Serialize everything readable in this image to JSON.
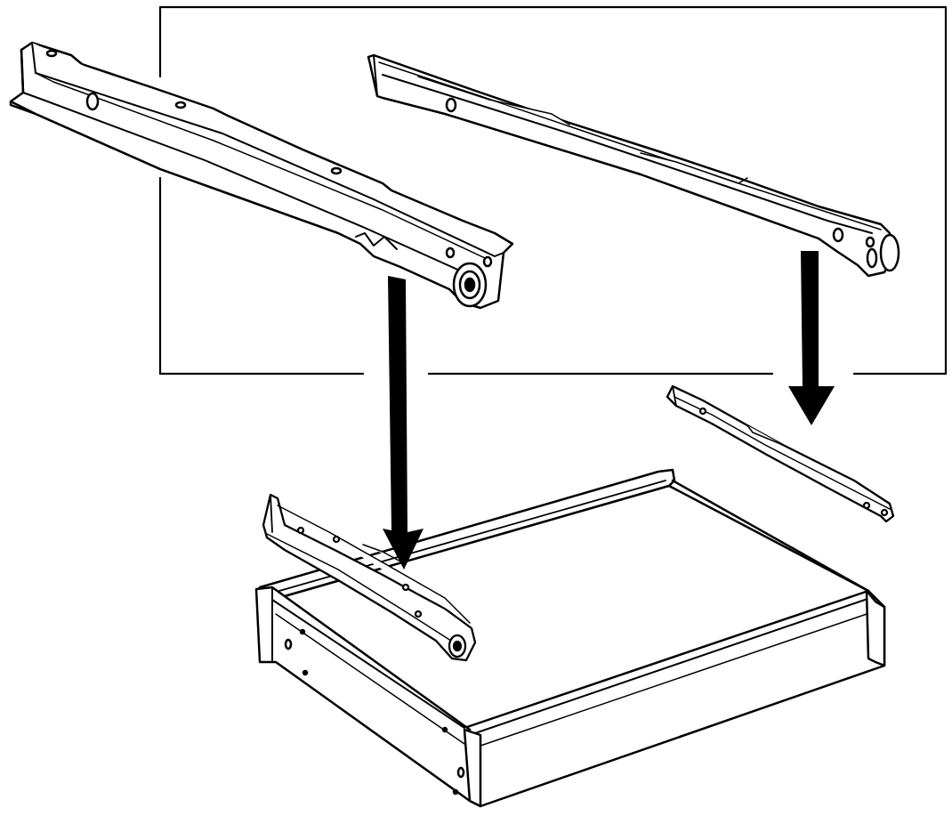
{
  "diagram": {
    "kind": "assembly-instruction",
    "colors": {
      "line": "#000000",
      "fill": "#ffffff"
    },
    "parts": [
      {
        "name": "upper-left-slide-rail",
        "role": "cabinet runner with roller wheel"
      },
      {
        "name": "upper-right-slide-rail",
        "role": "cabinet runner with roller wheel"
      },
      {
        "name": "lower-left-drawer-rail",
        "role": "drawer runner mounted on drawer side"
      },
      {
        "name": "lower-right-drawer-rail",
        "role": "drawer runner mounted on drawer side"
      },
      {
        "name": "drawer-box",
        "role": "drawer body with front panel"
      }
    ],
    "arrows": [
      {
        "name": "left-down-arrow",
        "direction": "down"
      },
      {
        "name": "right-down-arrow",
        "direction": "down"
      }
    ]
  }
}
